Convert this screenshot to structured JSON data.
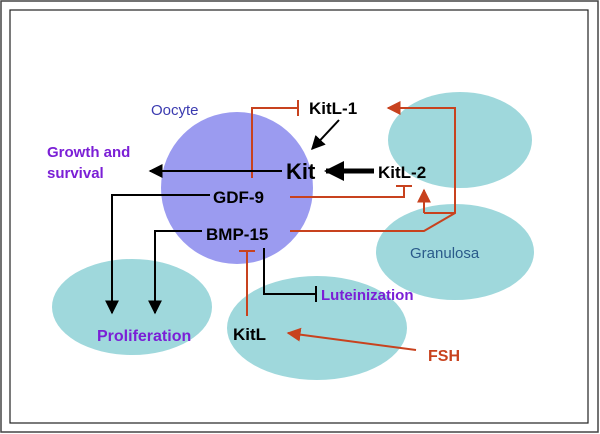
{
  "labels": {
    "oocyte": "Oocyte",
    "granulosa": "Granulosa",
    "kitl1": "KitL-1",
    "kitl2": "KitL-2",
    "kit": "Kit",
    "gdf9": "GDF-9",
    "bmp15": "BMP-15",
    "growth_line1": "Growth and",
    "growth_line2": "survival",
    "proliferation": "Proliferation",
    "luteinization": "Luteinization",
    "kitl": "KitL",
    "fsh": "FSH"
  },
  "colors": {
    "oocyte_fill": "#9b9bf0",
    "granulosa_fill": "#9fd8dc",
    "activation_arrow": "#000000",
    "inhibition_arrow": "#c8421e",
    "purple_text": "#7b1fd6",
    "fsh_text": "#c8421e",
    "oocyte_text": "#3b3bb0",
    "granulosa_text": "#2a5a8a"
  }
}
